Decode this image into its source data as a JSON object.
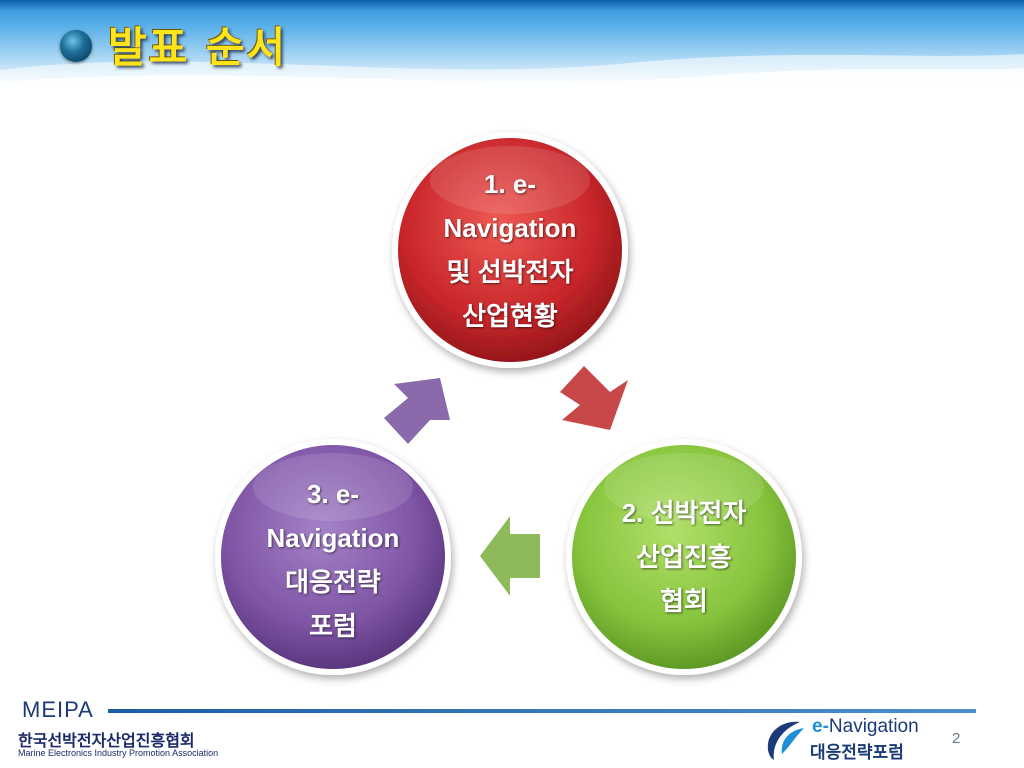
{
  "slide": {
    "title": "발표 순서",
    "page_number": "2"
  },
  "cycle": {
    "nodes": [
      {
        "lines": [
          "1. e-",
          "Navigation",
          "및 선박전자",
          "산업현황"
        ],
        "color": "#c8262a"
      },
      {
        "lines": [
          "2. 선박전자",
          "산업진흥",
          "협회"
        ],
        "color": "#86c43c"
      },
      {
        "lines": [
          "3. e-",
          "Navigation",
          "대응전략",
          "포럼"
        ],
        "color": "#7f55a5"
      }
    ],
    "arrow_colors": [
      "#c8484a",
      "#8fba5a",
      "#8a6aab"
    ]
  },
  "footer": {
    "left_logo": {
      "mark": "MEIPA",
      "korean": "한국선박전자산업진흥협회",
      "english": "Marine Electronics Industry Promotion Association"
    },
    "right_logo": {
      "prefix": "e-",
      "english": "Navigation",
      "korean": "대응전략포럼"
    }
  }
}
